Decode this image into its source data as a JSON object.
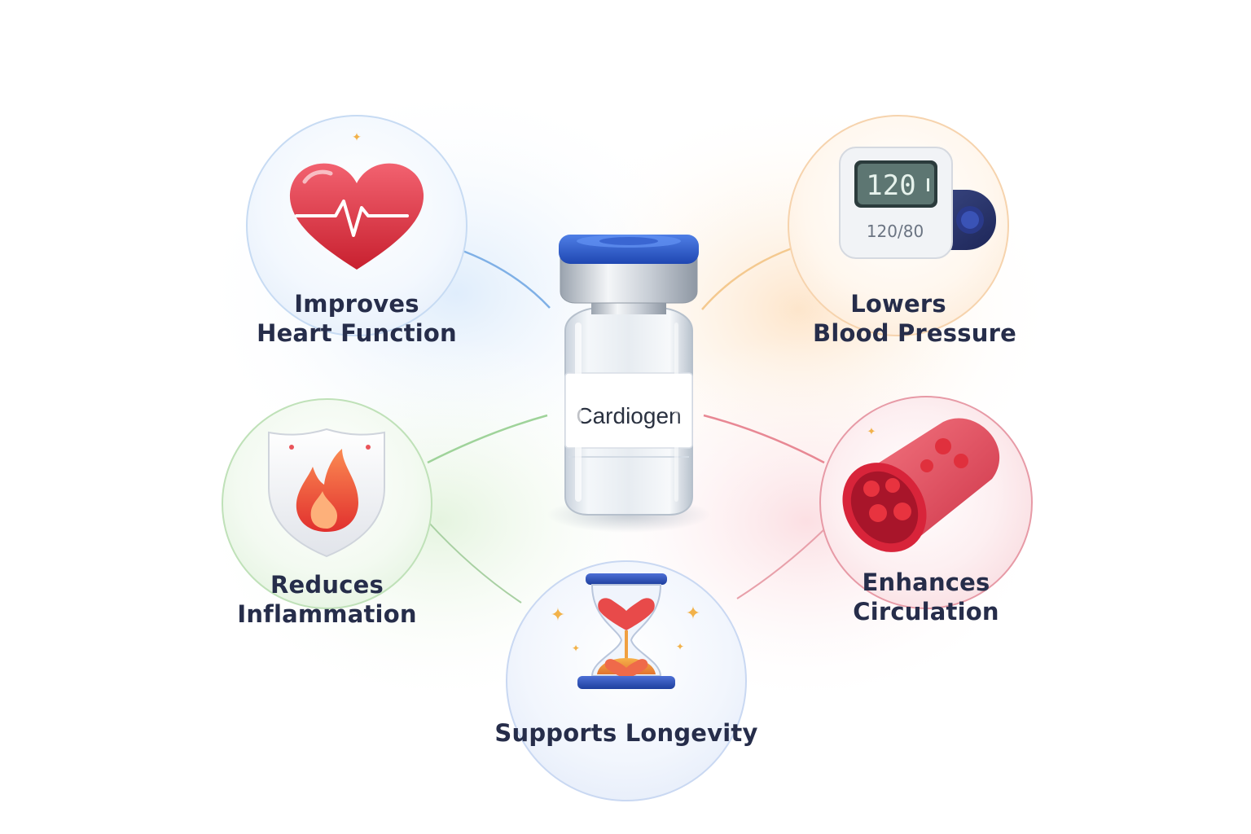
{
  "product": {
    "name": "Cardiogen"
  },
  "benefits": {
    "heart": {
      "line1": "Improves",
      "line2": "Heart Function",
      "icon": "heart-pulse-icon"
    },
    "blood_pressure": {
      "line1": "Lowers",
      "line2": "Blood Pressure",
      "icon": "blood-pressure-monitor-icon",
      "monitor_display": "120",
      "monitor_reading": "120/80"
    },
    "inflammation": {
      "line1": "Reduces",
      "line2": "Inflammation",
      "icon": "shield-flame-icon"
    },
    "circulation": {
      "line1": "Enhances",
      "line2": "Circulation",
      "icon": "blood-vessel-icon"
    },
    "longevity": {
      "label": "Supports Longevity",
      "icon": "hourglass-heart-icon"
    }
  },
  "colors": {
    "label_text": "#262d4a",
    "heart": "#e23a4a",
    "vial_cap": "#2f5fd0",
    "connector_blue": "#7fb0e6",
    "connector_orange": "#f4c98f",
    "connector_green": "#9fd39a",
    "connector_red": "#e88894"
  }
}
